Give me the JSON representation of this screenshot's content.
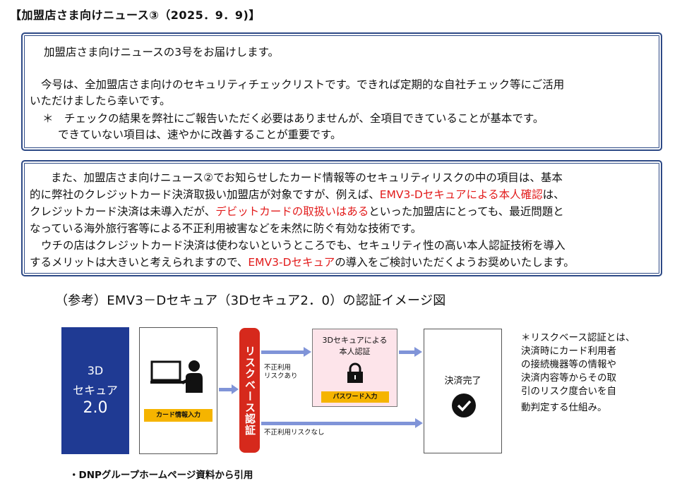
{
  "header": {
    "title": "【加盟店さま向けニュース③（2025．9．9)】"
  },
  "box1": {
    "line1": "加盟店さま向けニュースの3号をお届けします。",
    "line2": "今号は、全加盟店さま向けのセキュリティチェックリストです。できれば定期的な自社チェック等にご活用",
    "line3": "いただけましたら幸いです。",
    "line4": "＊　チェックの結果を弊社にご報告いただく必要はありませんが、全項目できていることが基本です。",
    "line5": "できていない項目は、速やかに改善することが重要です。"
  },
  "box2": {
    "l1": "また、加盟店さま向けニュース②でお知らせしたカード情報等のセキュリティリスクの中の項目は、基本",
    "l2a": "的に弊社のクレジットカード決済取扱い加盟店が対象ですが、例えば、",
    "l2b": "EMV3-Dセキュアによる本人確認",
    "l2c": "は、",
    "l3a": "クレジットカード決済は未導入だが、",
    "l3b": "デビットカードの取扱いはある",
    "l3c": "といった加盟店にとっても、最近問題と",
    "l4": "なっている海外旅行客等による不正利用被害などを未然に防ぐ有効な技術です。",
    "l5": "ウチの店はクレジットカード決済は使わないというところでも、セキュリティ性の高い本人認証技術を導入",
    "l6a": "するメリットは大きいと考えられますので、",
    "l6b": "EMV3-Dセキュア",
    "l6c": "の導入をご検討いただくようお奨めいたします。"
  },
  "subtitle": "（参考）EMV3－Dセキュア（3Dセキュア2．0）の認証イメージ図",
  "diagram": {
    "blue_l1": "3D",
    "blue_l2": "セキュア",
    "blue_l3": "2.0",
    "card_label": "カード情報入力",
    "risk_label": "リスクベース認証",
    "risk_yes_1": "不正利用",
    "risk_yes_2": "リスクあり",
    "risk_no": "不正利用リスクなし",
    "auth_1": "3Dセキュアによる",
    "auth_2": "本人認証",
    "password_label": "パスワード入力",
    "done_label": "決済完了",
    "colors": {
      "blue": "#1f3a93",
      "red": "#d6291c",
      "yellow": "#f5b400",
      "pink": "#fde4ea",
      "arrow": "#8094d8"
    }
  },
  "note": {
    "l1": "＊リスクベース認証とは、",
    "l2": "決済時にカード利用者",
    "l3": "の接続機器等の情報や",
    "l4": "決済内容等からその取",
    "l5": "引のリスク度合いを自",
    "l6": "動判定する仕組み。"
  },
  "citation": "・DNPグループホームページ資料から引用"
}
